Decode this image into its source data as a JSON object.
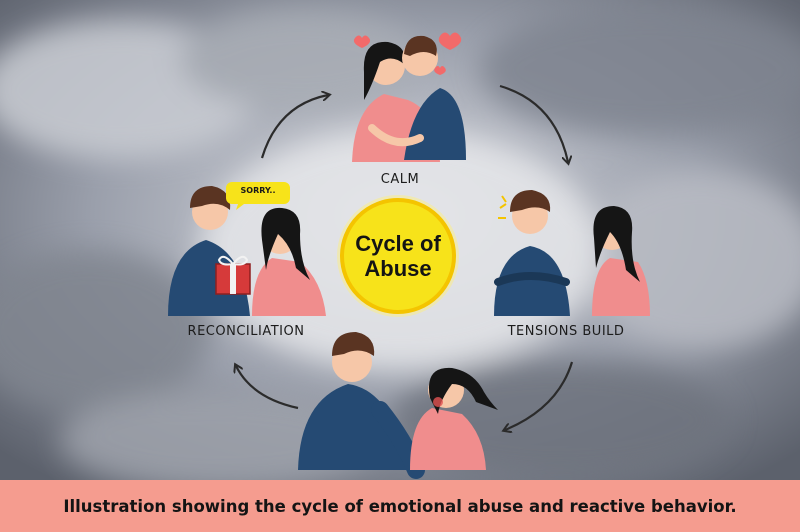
{
  "diagram": {
    "center_title": "Cycle of Abuse",
    "stages": {
      "calm": "CALM",
      "tensions": "TENSIONS BUILD",
      "reconciliation": "RECONCILIATION"
    },
    "speech_bubble": "SORRY..",
    "caption": "Illustration showing the cycle of emotional abuse and reactive behavior."
  },
  "colors": {
    "badge_fill": "#f7e31a",
    "caption_bar": "#f59c8f",
    "shirt_navy": "#254a73",
    "top_pink": "#f08d8d"
  },
  "icons": [
    "heart-icon",
    "gift-icon",
    "speech-bubble-icon",
    "arrow-icon"
  ]
}
